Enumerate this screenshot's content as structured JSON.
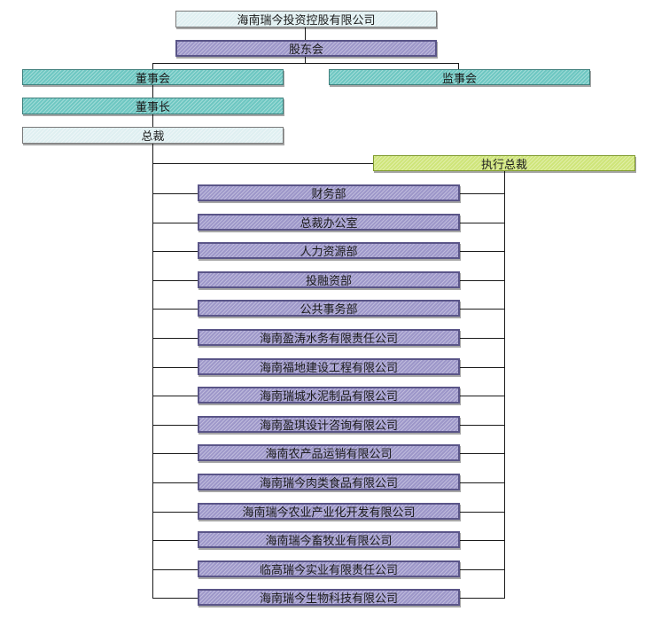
{
  "company": "海南瑞今投资控股有限公司",
  "shareholders": "股东会",
  "board": "董事会",
  "supervisors": "监事会",
  "chairman": "董事长",
  "president": "总裁",
  "executive_president": "执行总裁",
  "departments": [
    "财务部",
    "总裁办公室",
    "人力资源部",
    "投融资部",
    "公共事务部",
    "海南盈涛水务有限责任公司",
    "海南福地建设工程有限公司",
    "海南瑞城水泥制品有限公司",
    "海南盈琪设计咨询有限公司",
    "海南农产品运销有限公司",
    "海南瑞今肉类食品有限公司",
    "海南瑞今农业产业化开发有限公司",
    "海南瑞今畜牧业有限公司",
    "临高瑞今实业有限责任公司",
    "海南瑞今生物科技有限公司"
  ],
  "colors": {
    "light": "#dfeff1",
    "purple": "#9d97c9",
    "teal": "#6ec7c2",
    "green": "#cfe57a"
  }
}
